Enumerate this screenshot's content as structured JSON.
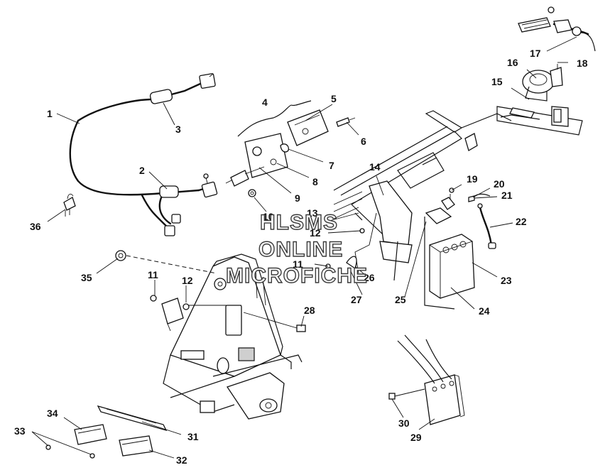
{
  "watermark": {
    "line1": "HLSMS",
    "line2": "ONLINE",
    "line3": "MICROFICHE"
  },
  "callouts": [
    {
      "id": "c1",
      "text": "1"
    },
    {
      "id": "c2",
      "text": "2"
    },
    {
      "id": "c3",
      "text": "3"
    },
    {
      "id": "c4",
      "text": "4"
    },
    {
      "id": "c5",
      "text": "5"
    },
    {
      "id": "c6",
      "text": "6"
    },
    {
      "id": "c7",
      "text": "7"
    },
    {
      "id": "c8",
      "text": "8"
    },
    {
      "id": "c9",
      "text": "9"
    },
    {
      "id": "c10",
      "text": "10"
    },
    {
      "id": "c11a",
      "text": "11"
    },
    {
      "id": "c11b",
      "text": "11"
    },
    {
      "id": "c12a",
      "text": "12"
    },
    {
      "id": "c12b",
      "text": "12"
    },
    {
      "id": "c13",
      "text": "13"
    },
    {
      "id": "c14",
      "text": "14"
    },
    {
      "id": "c15",
      "text": "15"
    },
    {
      "id": "c16",
      "text": "16"
    },
    {
      "id": "c17",
      "text": "17"
    },
    {
      "id": "c18",
      "text": "18"
    },
    {
      "id": "c19",
      "text": "19"
    },
    {
      "id": "c20",
      "text": "20"
    },
    {
      "id": "c21",
      "text": "21"
    },
    {
      "id": "c22",
      "text": "22"
    },
    {
      "id": "c23",
      "text": "23"
    },
    {
      "id": "c24",
      "text": "24"
    },
    {
      "id": "c25",
      "text": "25"
    },
    {
      "id": "c26",
      "text": "26"
    },
    {
      "id": "c27",
      "text": "27"
    },
    {
      "id": "c28",
      "text": "28"
    },
    {
      "id": "c29",
      "text": "29"
    },
    {
      "id": "c30",
      "text": "30"
    },
    {
      "id": "c31",
      "text": "31"
    },
    {
      "id": "c32",
      "text": "32"
    },
    {
      "id": "c33",
      "text": "33"
    },
    {
      "id": "c34",
      "text": "34"
    },
    {
      "id": "c35",
      "text": "35"
    },
    {
      "id": "c36",
      "text": "36"
    }
  ]
}
